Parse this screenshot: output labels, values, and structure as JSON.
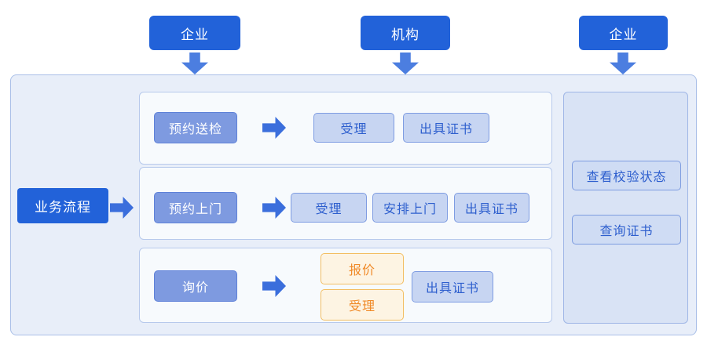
{
  "colors": {
    "primary": "#2262D9",
    "arrow_down": "#4C7EE0",
    "arrow_flow": "#3B6EDC",
    "container_bg": "#E8EEF9",
    "container_border": "#A9BFE8",
    "lane_bg": "#F7FAFD",
    "lane_border": "#B7C9EC",
    "source_bg": "#7E9AE0",
    "source_border": "#5E81D8",
    "step_bg": "#C7D5F2",
    "step_border": "#7E9CE2",
    "step_text": "#2E5FCE",
    "orange_bg": "#FDF4E3",
    "orange_border": "#F3BE63",
    "orange_text": "#F08A28",
    "panel_bg": "#D9E3F5",
    "panel_border": "#9FB6E6",
    "panel_btn_bg": "#CFDCF4",
    "panel_btn_border": "#7D9CE0"
  },
  "actors": [
    {
      "label": "企业"
    },
    {
      "label": "机构"
    },
    {
      "label": "企业"
    }
  ],
  "process": {
    "label": "业务流程"
  },
  "lanes": [
    {
      "source": "预约送检",
      "steps": [
        {
          "label": "受理"
        },
        {
          "label": "出具证书"
        }
      ]
    },
    {
      "source": "预约上门",
      "steps": [
        {
          "label": "受理"
        },
        {
          "label": "安排上门"
        },
        {
          "label": "出具证书"
        }
      ]
    },
    {
      "source": "询价",
      "orange_steps": [
        {
          "label": "报价"
        },
        {
          "label": "受理"
        }
      ],
      "final_step": {
        "label": "出具证书"
      }
    }
  ],
  "side_panel": {
    "buttons": [
      {
        "label": "查看校验状态"
      },
      {
        "label": "查询证书"
      }
    ]
  }
}
